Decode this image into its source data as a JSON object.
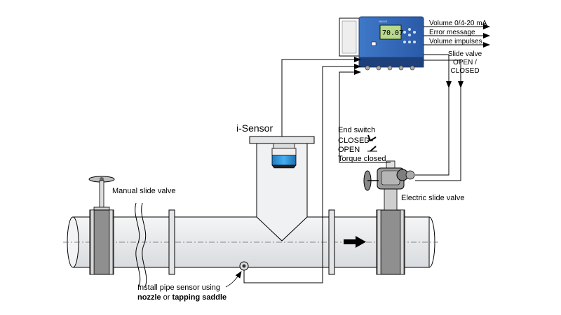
{
  "labels": {
    "i_sensor": "i-Sensor",
    "manual_valve": "Manual slide valve",
    "electric_valve": "Electric slide valve",
    "install_line1": "Install pipe sensor using",
    "install_nozzle": "nozzle",
    "install_or": " or ",
    "install_saddle": "tapping saddle",
    "end_switch": "End switch",
    "closed": "CLOSED",
    "open": "OPEN",
    "torque_closed": "Torque closed"
  },
  "controller": {
    "display_value": "70.07",
    "brand_text": "NIVUS"
  },
  "outputs": [
    "Volume 0/4-20 mA",
    "Error message",
    "Volume impulses"
  ],
  "slide_valve_label": [
    "Slide valve",
    "OPEN /",
    "CLOSED"
  ],
  "colors": {
    "pipe_fill": "#e8eaec",
    "valve_gray": "#8f8f8f",
    "controller_blue": "#2f66b8",
    "display_green": "#b7d98a",
    "sensor_blue": "#2a8fd8"
  }
}
